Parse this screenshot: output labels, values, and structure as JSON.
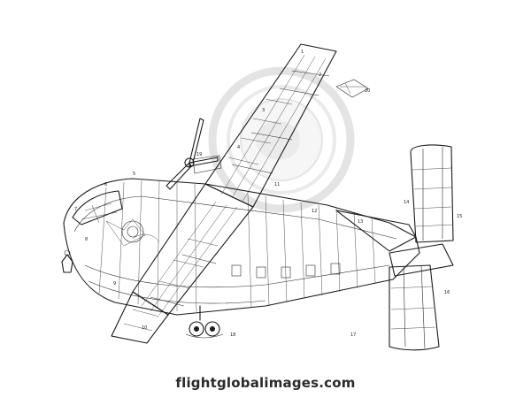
{
  "footer": {
    "caption": "flightglobalimages.com"
  },
  "watermark": {
    "text": "flightglobalimages.com"
  },
  "inset": {
    "label": ""
  },
  "callouts": [
    "1",
    "2",
    "3",
    "4",
    "5",
    "6",
    "7",
    "8",
    "9",
    "10",
    "11",
    "12",
    "13",
    "14",
    "15",
    "16",
    "17",
    "18",
    "19",
    "20"
  ],
  "colors": {
    "ink": "#1a1a1a",
    "background": "#ffffff",
    "watermark": "#cfcfcf"
  }
}
